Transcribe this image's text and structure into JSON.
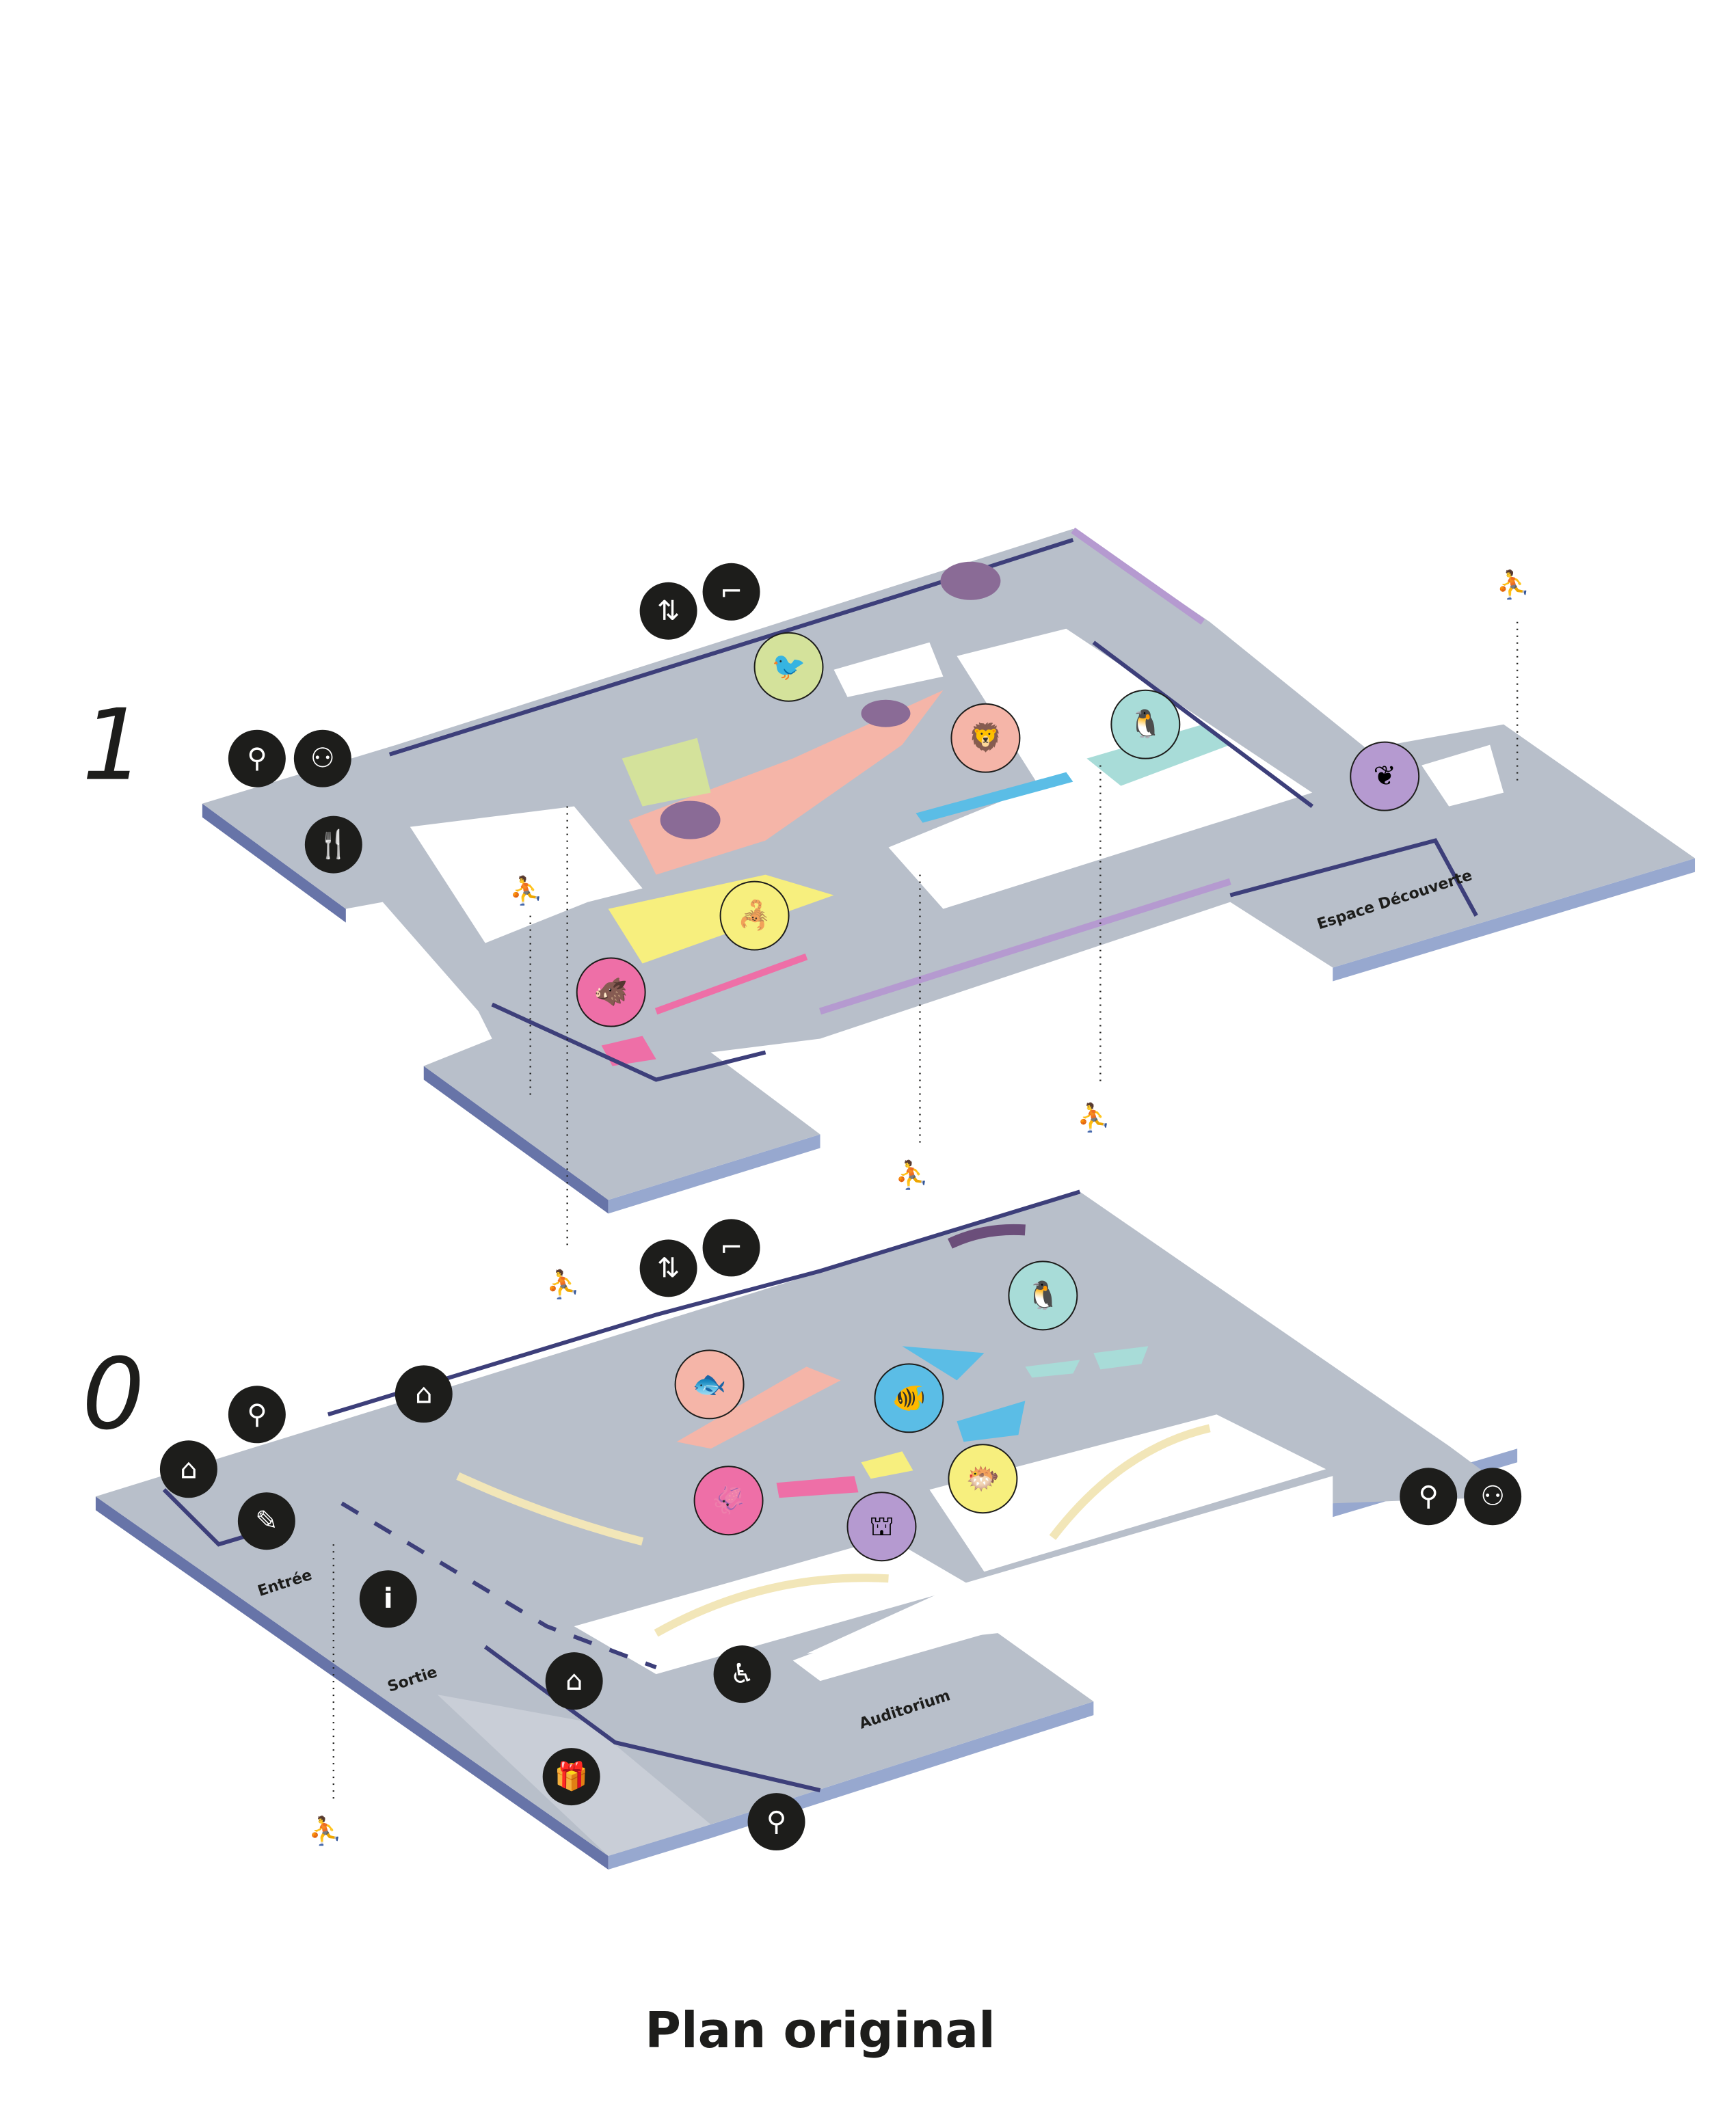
{
  "title": "Plan original",
  "floors": [
    {
      "number": "1",
      "rooms": {
        "discovery": "Espace Découverte"
      }
    },
    {
      "number": "0",
      "rooms": {
        "entrance": "Entrée",
        "exit": "Sortie",
        "auditorium": "Auditorium"
      }
    }
  ],
  "icons": {
    "info": "i"
  },
  "colors": {
    "floor": "#b8bfca",
    "edge_left": "#6774a8",
    "edge_right": "#97a8cf",
    "wall": "#3d3f7a",
    "marker_dark": "#1d1d1b",
    "green": "#d4e29b",
    "salmon": "#f5b5a8",
    "teal": "#a8dcd8",
    "purple": "#b59ad0",
    "yellow": "#f7ef7e",
    "pink": "#ee6fa7",
    "blue": "#5bbde6"
  }
}
